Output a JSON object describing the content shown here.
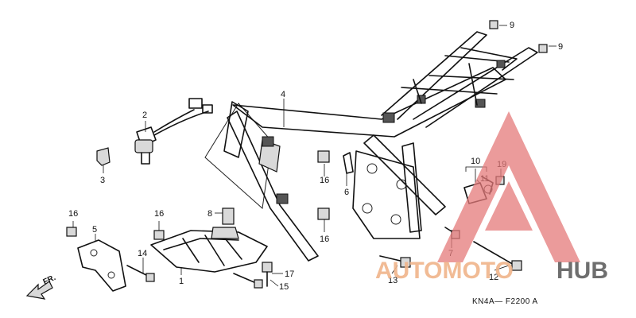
{
  "callouts": {
    "c1": "1",
    "c2": "2",
    "c3": "3",
    "c4": "4",
    "c5": "5",
    "c6": "6",
    "c7": "7",
    "c8": "8",
    "c9a": "9",
    "c9b": "9",
    "c10": "10",
    "c11": "11",
    "c12": "12",
    "c13": "13",
    "c14": "14",
    "c15": "15",
    "c16a": "16",
    "c16b": "16",
    "c16c": "16",
    "c16d": "16",
    "c17": "17",
    "c19": "19"
  },
  "direction_label": "FR.",
  "diagram_code": "KN4A— F2200 A",
  "watermark": {
    "word_auto": "AUTOMOTO",
    "word_hub": "HUB",
    "colors": {
      "triangle": "#e47a7a",
      "auto": "#f0b48a",
      "hub": "#555555"
    }
  }
}
